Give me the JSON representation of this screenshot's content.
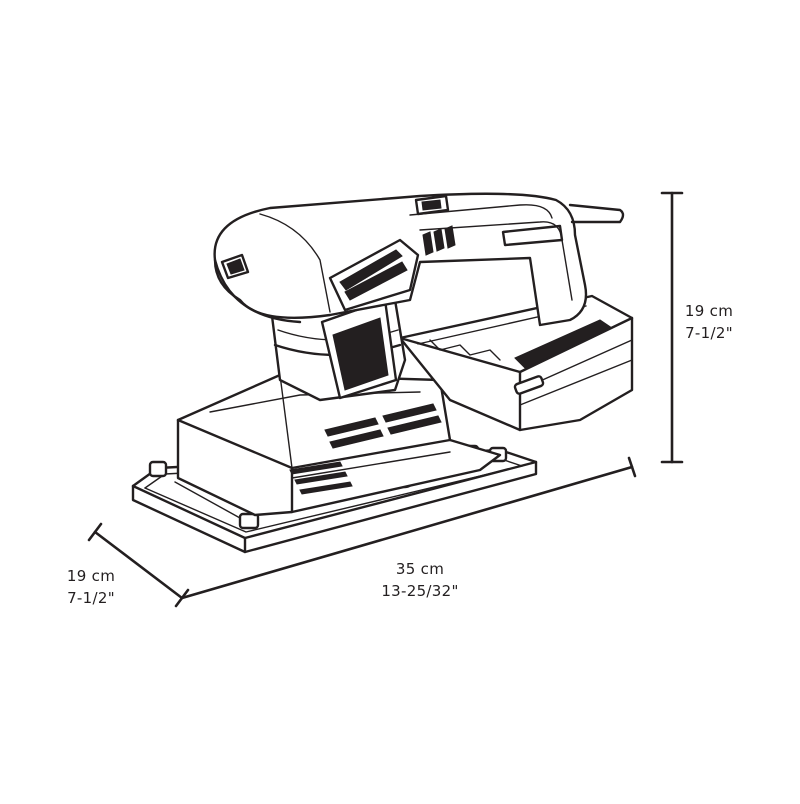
{
  "diagram": {
    "subject_icon": "orbital-sander-icon",
    "line_color": "#231f20",
    "background": "#ffffff"
  },
  "dimensions": {
    "height": {
      "metric": "19 cm",
      "imperial": "7-1/2\""
    },
    "depth": {
      "metric": "19 cm",
      "imperial": "7-1/2\""
    },
    "length": {
      "metric": "35 cm",
      "imperial": "13-25/32\""
    }
  }
}
